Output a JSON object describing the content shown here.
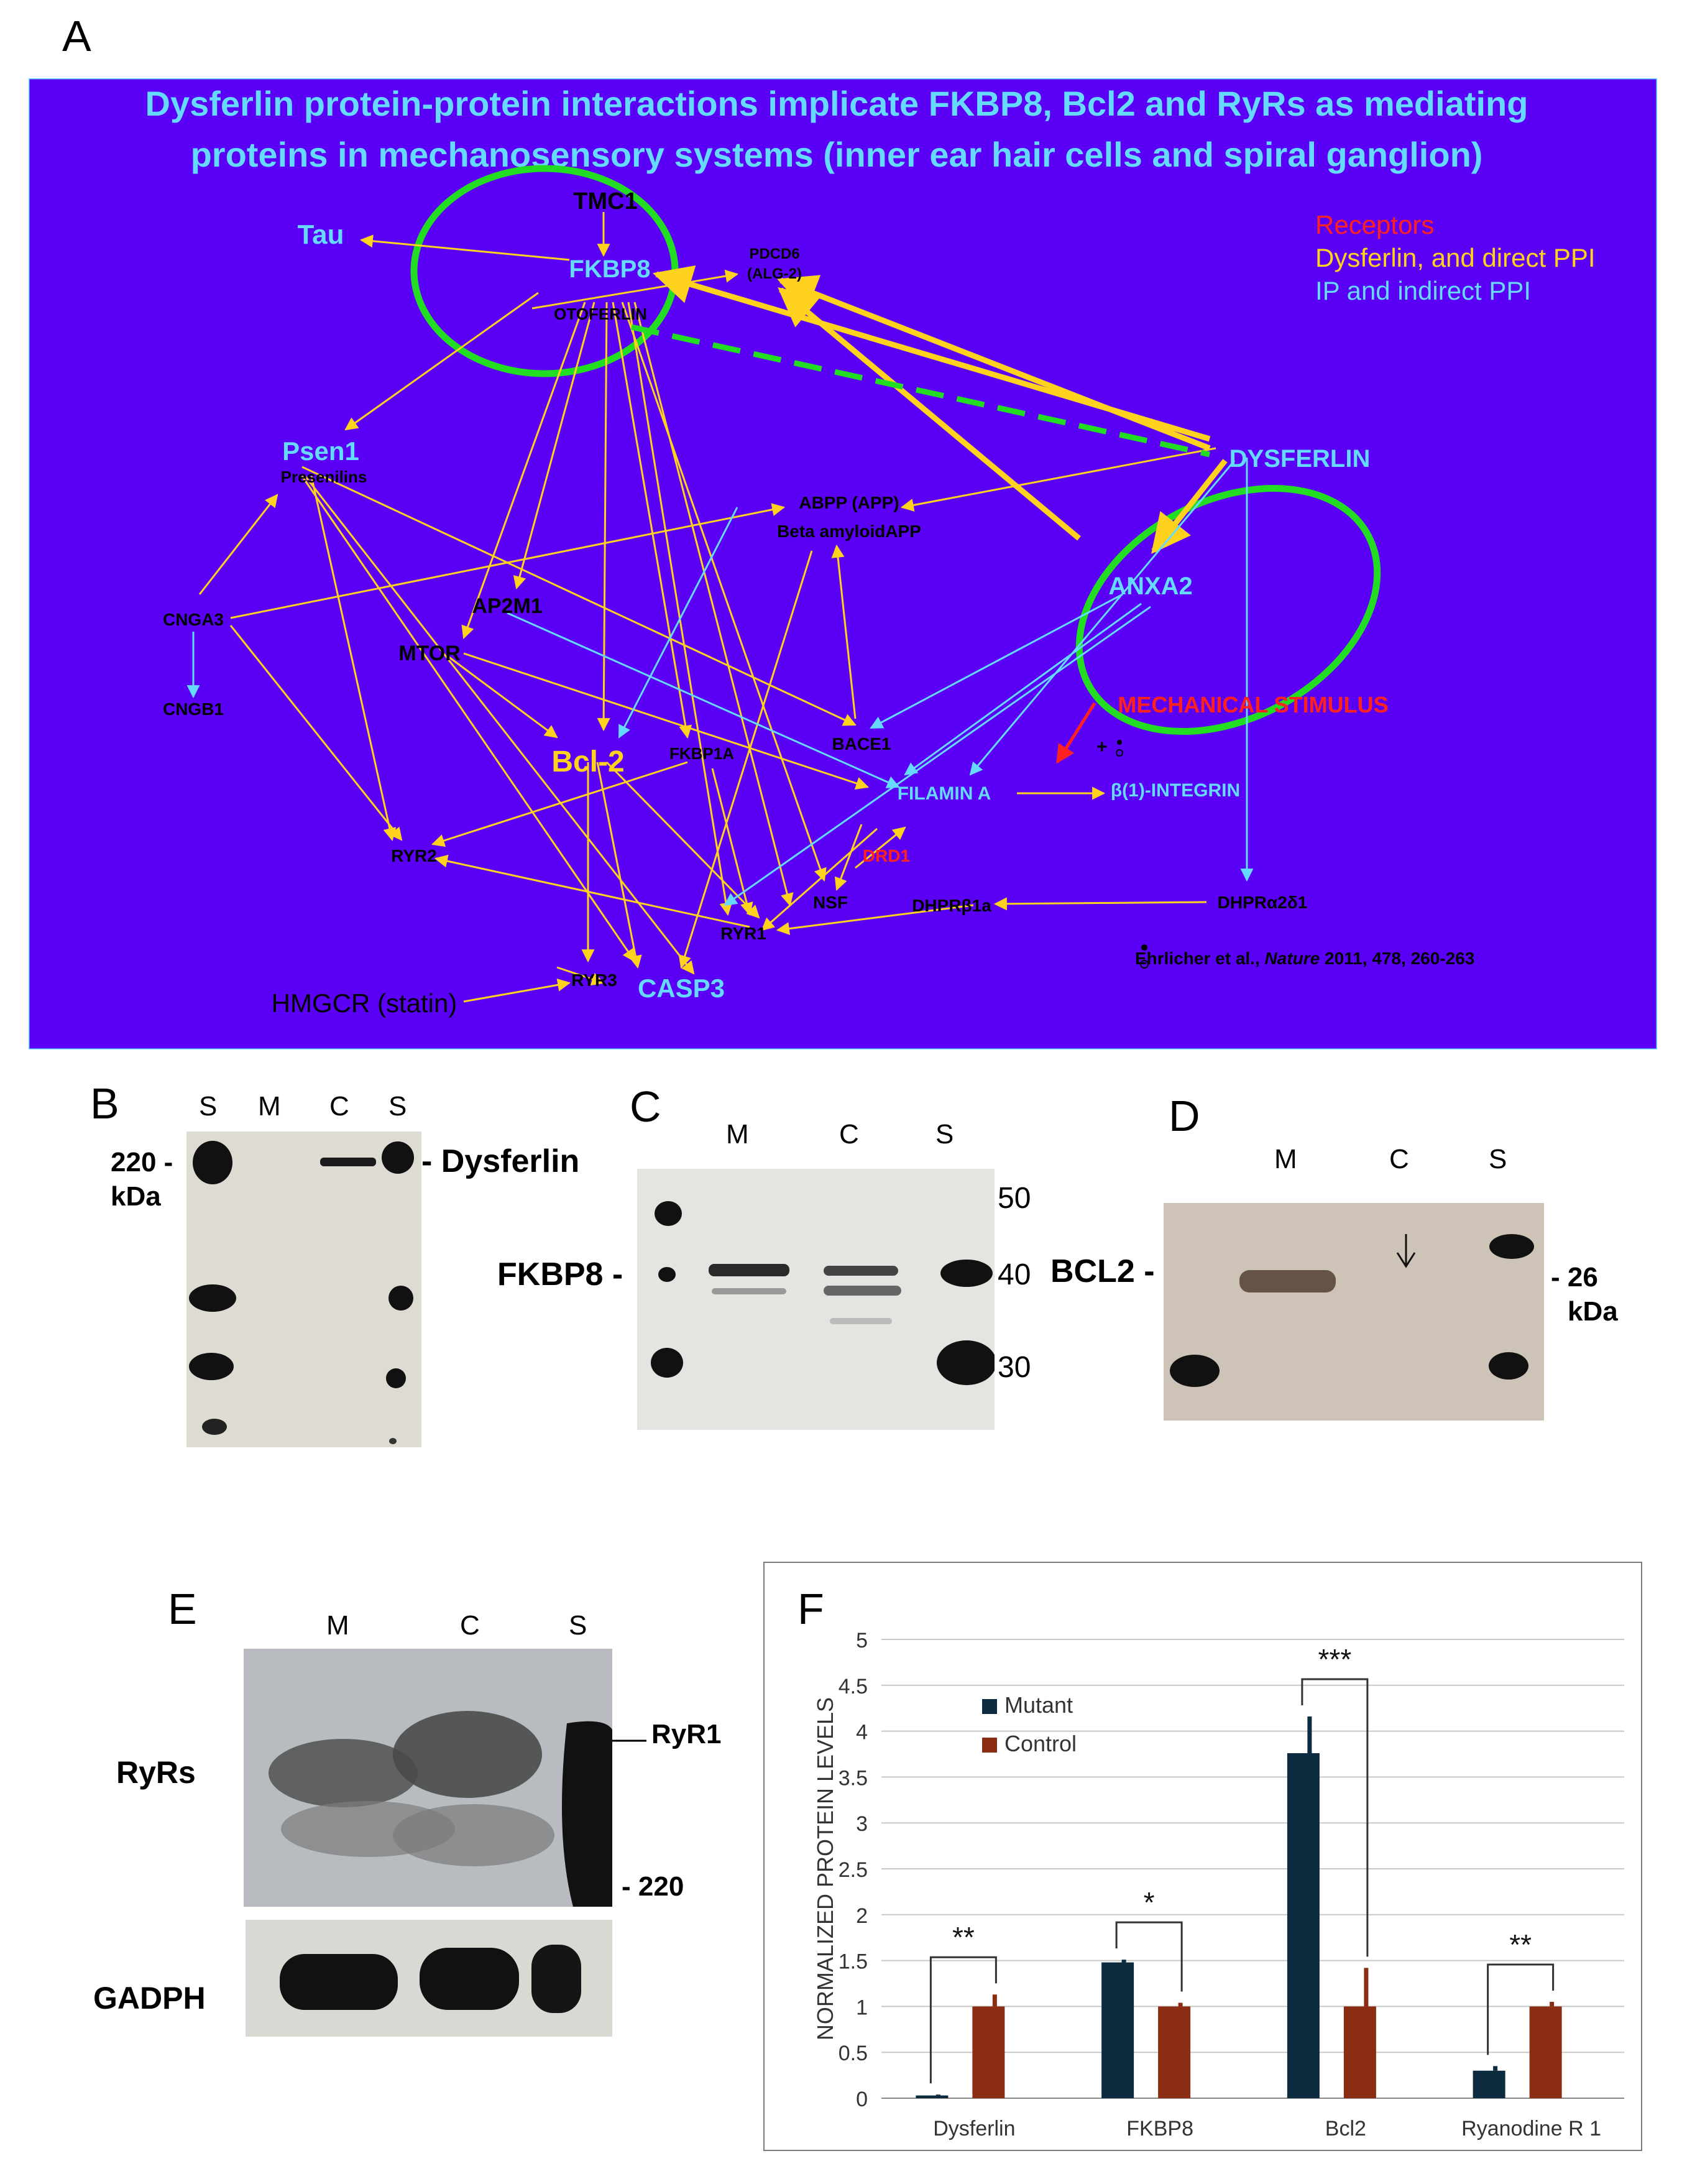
{
  "panelA": {
    "letter": "A",
    "title_line1": "Dysferlin protein-protein interactions implicate FKBP8, Bcl2 and RyRs as mediating",
    "title_line2": "proteins in mechanosensory systems (inner ear hair cells and spiral ganglion)",
    "legend": {
      "receptors": "Receptors",
      "direct": "Dysferlin, and direct PPI",
      "indirect": "IP and indirect PPI"
    },
    "nodes": {
      "tmc1": "TMC1",
      "fkbp8": "FKBP8",
      "otoferlin": "OTOFERLIN",
      "pdcd6_a": "PDCD6",
      "pdcd6_b": "(ALG-2)",
      "tau": "Tau",
      "psen1": "Psen1",
      "presenilins": "Presenilins",
      "abpp": "ABPP (APP)",
      "beta_amyloid": "Beta amyloidAPP",
      "dysferlin": "DYSFERLIN",
      "anxa2": "ANXA2",
      "cnga3": "CNGA3",
      "cngb1": "CNGB1",
      "ap2m1": "AP2M1",
      "mtor": "MTOR",
      "bcl2": "Bcl-2",
      "fkbp1a": "FKBP1A",
      "bace1": "BACE1",
      "mech": "MECHANICAL STIMULUS",
      "filamin": "FILAMIN A",
      "integrin": "β(1)-INTEGRIN",
      "ryr2": "RYR2",
      "drd1": "DRD1",
      "nsf": "NSF",
      "dhpr_b1a": "DHPRβ1a",
      "dhpr_a2d1": "DHPRα2δ1",
      "ryr1": "RYR1",
      "ryr3": "RYR3",
      "casp3": "CASP3",
      "hmgcr": "HMGCR (statin)",
      "cite_authors": "Ehrlicher et al.,",
      "cite_journal": "Nature",
      "cite_rest": "2011, 478, 260-263",
      "plus_sym": "+"
    },
    "colors": {
      "background": "#5a00f5",
      "title": "#66d9ff",
      "direct": "#ffd21e",
      "indirect": "#66d9ff",
      "receptor": "#ff2020",
      "circle": "#22dd22"
    }
  },
  "panelB": {
    "letter": "B",
    "lanes": [
      "S",
      "M",
      "C",
      "S"
    ],
    "marker_num": "220 -",
    "marker_unit": "kDa",
    "band_label": "- Dysferlin"
  },
  "panelC": {
    "letter": "C",
    "lanes": [
      "M",
      "C",
      "S"
    ],
    "band_label": "FKBP8 -",
    "markers": [
      "50",
      "40",
      "30"
    ]
  },
  "panelD": {
    "letter": "D",
    "lanes": [
      "M",
      "C",
      "S"
    ],
    "band_label": "BCL2 -",
    "marker_num": "- 26",
    "marker_unit": "kDa",
    "arrow": "↓"
  },
  "panelE": {
    "letter": "E",
    "lanes": [
      "M",
      "C",
      "S"
    ],
    "row1_label": "RyRs",
    "row2_label": "GADPH",
    "arrow_label": "RyR1",
    "marker": "- 220"
  },
  "panelF": {
    "letter": "F",
    "significance": [
      "**",
      "*",
      "***",
      "**"
    ]
  },
  "chart_data": {
    "type": "bar",
    "categories": [
      "Dysferlin",
      "FKBP8",
      "Bcl2",
      "Ryanodine R 1"
    ],
    "series": [
      {
        "name": "Mutant",
        "values": [
          0.03,
          1.48,
          3.76,
          0.3
        ],
        "errors": [
          0.01,
          0.03,
          0.4,
          0.05
        ],
        "color": "#0d2b3e"
      },
      {
        "name": "Control",
        "values": [
          1.0,
          1.0,
          1.0,
          1.0
        ],
        "errors": [
          0.13,
          0.04,
          0.42,
          0.05
        ],
        "color": "#8b2d12"
      }
    ],
    "ylabel": "NORMALIZED PROTEIN LEVELS",
    "xlabel": "",
    "ylim": [
      0,
      5
    ],
    "yticks": [
      "0",
      "0.5",
      "1",
      "1.5",
      "2",
      "2.5",
      "3",
      "3.5",
      "4",
      "4.5",
      "5"
    ],
    "grid": true,
    "legend": "top-left"
  }
}
